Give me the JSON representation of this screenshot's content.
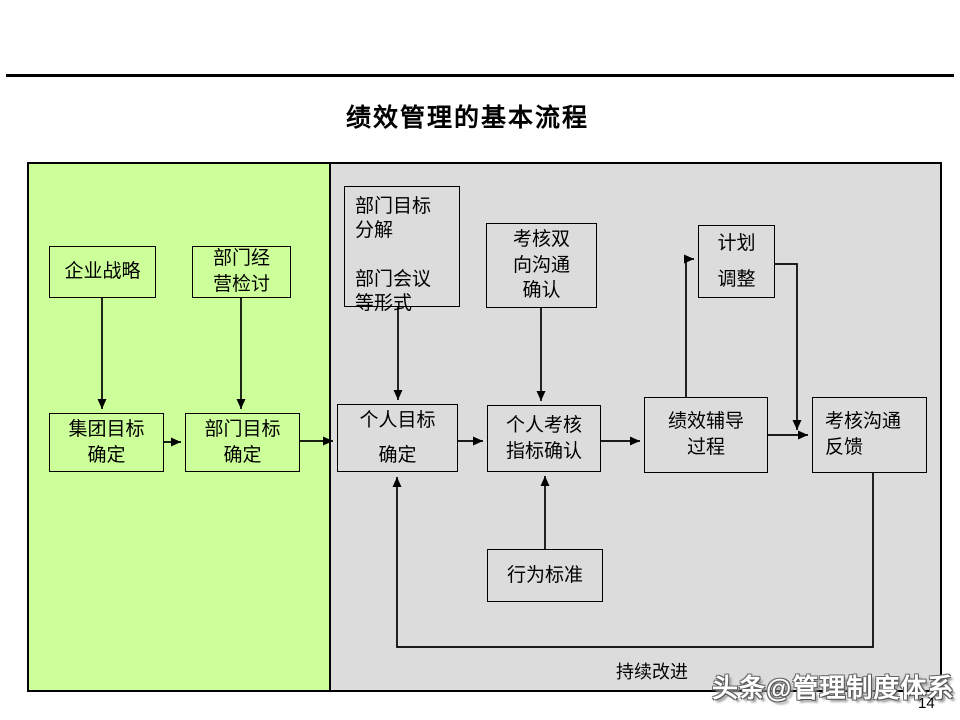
{
  "slide": {
    "title": "绩效管理的基本流程",
    "watermark": "头条@管理制度体系",
    "page_number": "14",
    "colors": {
      "strategy_panel_green": "#CCFF99",
      "process_panel_gray": "#DCDCDC",
      "line_black": "#000000"
    }
  },
  "diagram": {
    "annotation": "持续改进",
    "nodes": [
      {
        "id": "enterprise-strategy",
        "label": "企业战略"
      },
      {
        "id": "dept-business-review",
        "label": "部门经\n营检讨"
      },
      {
        "id": "dept-goal-decomposition",
        "label": "部门目标\n分解\n\n部门会议\n等形式"
      },
      {
        "id": "two-way-assessment-confirm",
        "label": "考核双\n向沟通\n确认"
      },
      {
        "id": "plan-adjustment",
        "label": "计划\n调整"
      },
      {
        "id": "group-goal-setting",
        "label": "集团目标\n确定"
      },
      {
        "id": "dept-goal-setting",
        "label": "部门目标\n确定"
      },
      {
        "id": "personal-goal-setting",
        "label": "个人目标\n确定"
      },
      {
        "id": "personal-kpi-confirm",
        "label": "个人考核\n指标确认"
      },
      {
        "id": "performance-coaching",
        "label": "绩效辅导\n过程"
      },
      {
        "id": "assessment-communication-feedback",
        "label": "考核沟通\n反馈"
      },
      {
        "id": "behavior-standard",
        "label": "行为标准"
      }
    ]
  }
}
